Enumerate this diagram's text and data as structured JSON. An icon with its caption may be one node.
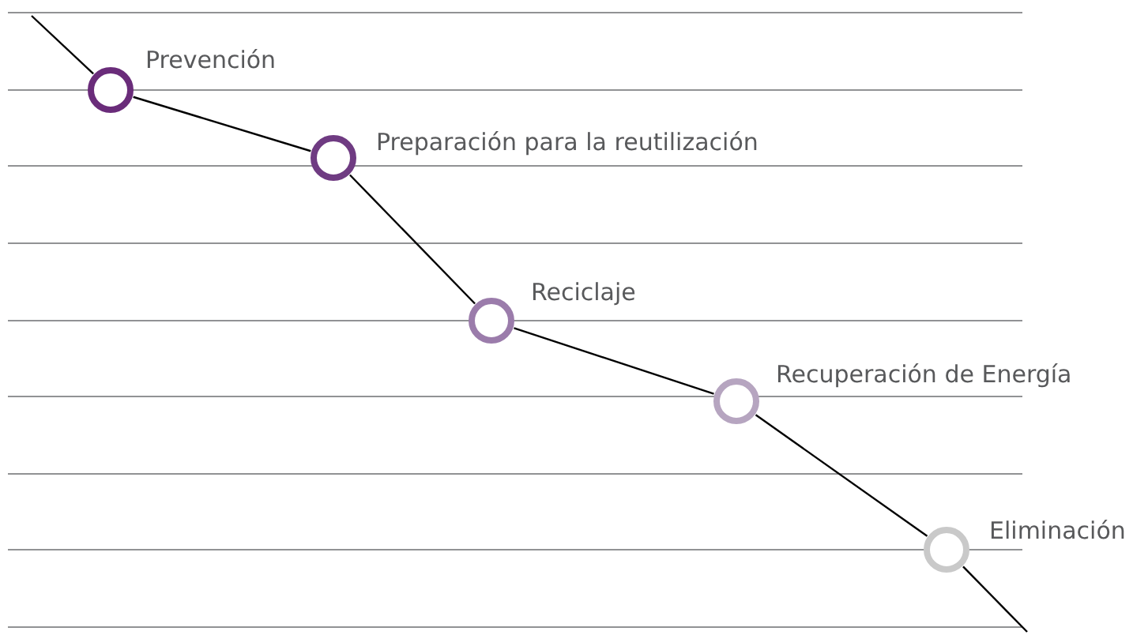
{
  "diagram": {
    "nodes": [
      {
        "text": [],
        "shape": "circle",
        "beside": [
          "Prevención"
        ]
      },
      {
        "text": [],
        "shape": "circle",
        "beside": [
          "Preparación para la reutilización"
        ]
      },
      {
        "text": [],
        "shape": "circle",
        "beside": [
          "Reciclaje"
        ]
      },
      {
        "text": [],
        "shape": "circle",
        "beside": [
          "Recuperación de Energía"
        ]
      },
      {
        "text": [],
        "shape": "circle",
        "beside": [
          "Eliminación"
        ]
      }
    ],
    "edges": [
      {
        "from": null,
        "to": 0,
        "arrow": "none"
      },
      {
        "from": 0,
        "to": 1,
        "arrow": "none"
      },
      {
        "from": 1,
        "to": 2,
        "arrow": "none"
      },
      {
        "from": 2,
        "to": 3,
        "arrow": "none"
      },
      {
        "from": 3,
        "to": 4,
        "arrow": "none"
      },
      {
        "from": 4,
        "to": null,
        "arrow": "none"
      }
    ]
  }
}
